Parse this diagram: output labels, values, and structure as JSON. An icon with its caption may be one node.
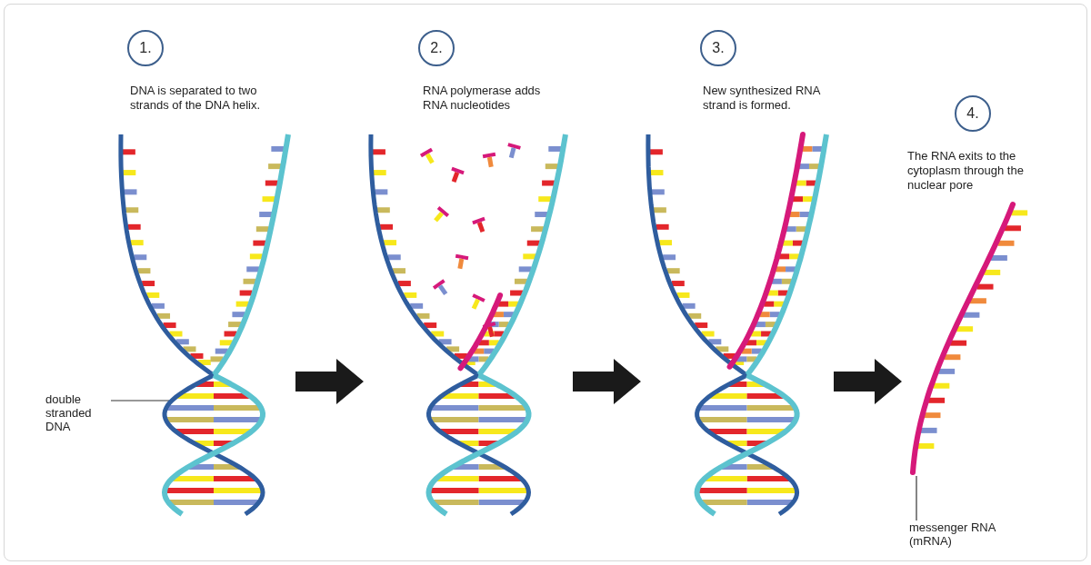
{
  "diagram": {
    "nodes": [
      {
        "text": [
          "1.",
          "DNA is separated to two strands of the DNA helix."
        ]
      },
      {
        "text": [
          "2.",
          "RNA polymerase adds RNA nucleotides"
        ]
      },
      {
        "text": [
          "3.",
          "New synthesized RNA strand is formed."
        ]
      },
      {
        "text": [
          "4.",
          "The RNA exits to the cytoplasm through the nuclear pore"
        ]
      },
      {
        "text": [
          "double stranded DNA"
        ]
      },
      {
        "text": [
          "messenger RNA (mRNA)"
        ]
      }
    ],
    "edges": [
      {
        "from": 0,
        "to": 1,
        "arrow": "to",
        "style": "thick"
      },
      {
        "from": 1,
        "to": 2,
        "arrow": "to",
        "style": "thick"
      },
      {
        "from": 2,
        "to": 3,
        "arrow": "to",
        "style": "thick"
      },
      {
        "from": 4,
        "to": 0,
        "arrow": "none"
      },
      {
        "from": 5,
        "to": 3,
        "arrow": "none"
      }
    ]
  }
}
